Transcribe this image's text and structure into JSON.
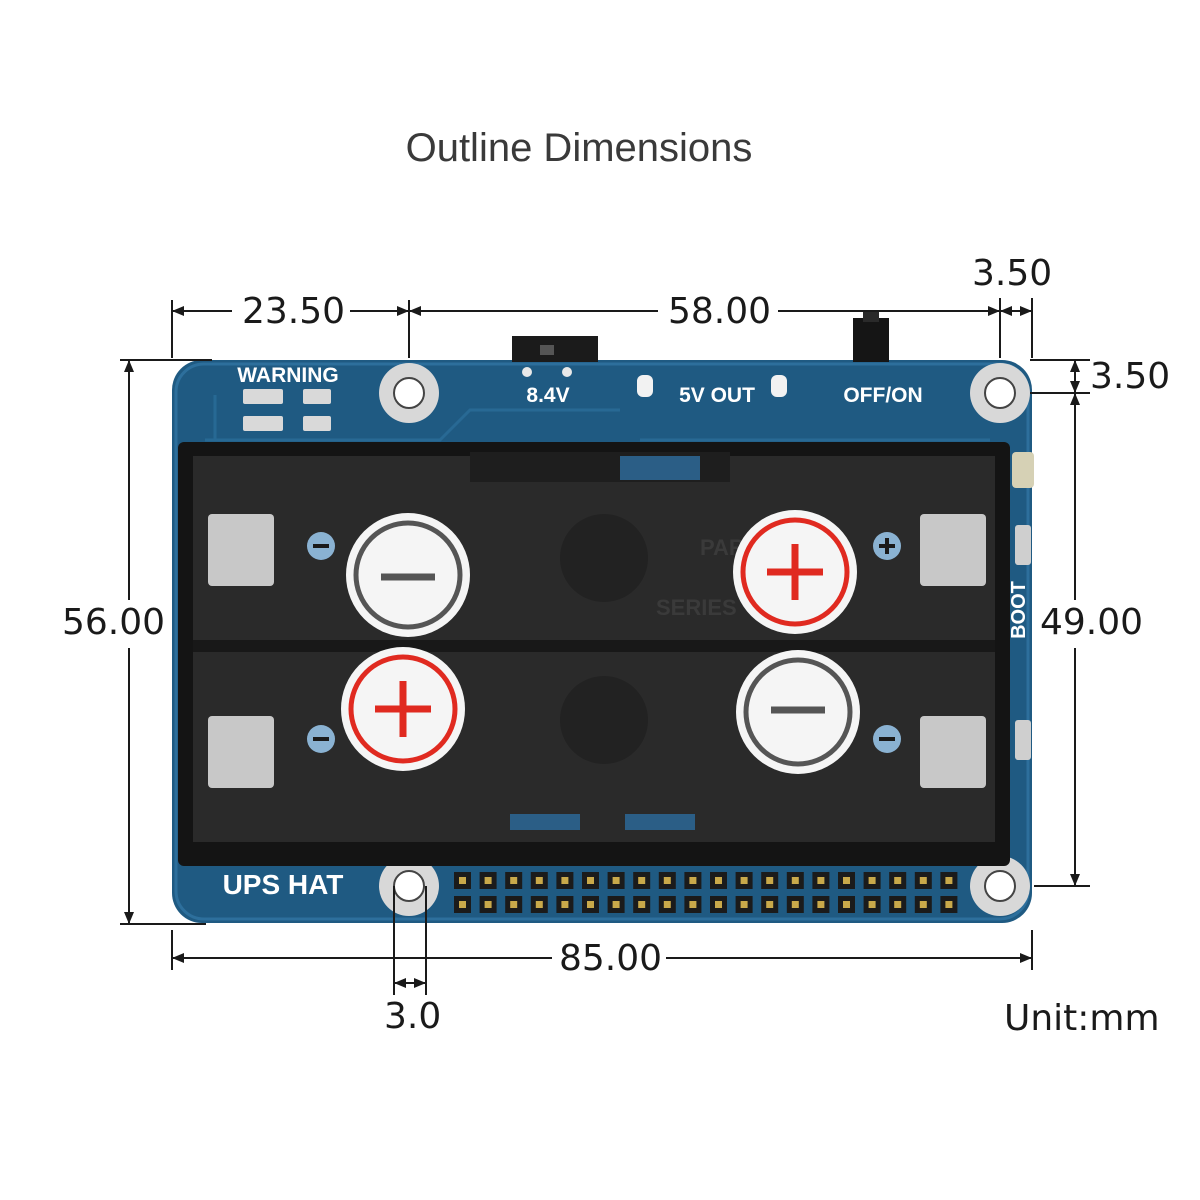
{
  "title": "Outline Dimensions",
  "unit_label": "Unit:mm",
  "dimensions": {
    "left_mount_offset": "23.50",
    "mount_spacing_horizontal": "58.00",
    "right_edge_offset": "3.50",
    "top_edge_offset": "3.50",
    "board_height": "56.00",
    "mount_spacing_vertical": "49.00",
    "board_width": "85.00",
    "mount_hole_diameter": "3.0"
  },
  "board": {
    "product_label": "UPS HAT",
    "warning_label": "WARNING",
    "voltage_label": "8.4V",
    "output_label": "5V OUT",
    "switch_label": "OFF/ON",
    "boot_label": "BOOT",
    "holder_text_parallel": "PARAL",
    "holder_text_series": "SERIES",
    "pcb_color": "#1f5a82",
    "holder_color": "#141414"
  }
}
